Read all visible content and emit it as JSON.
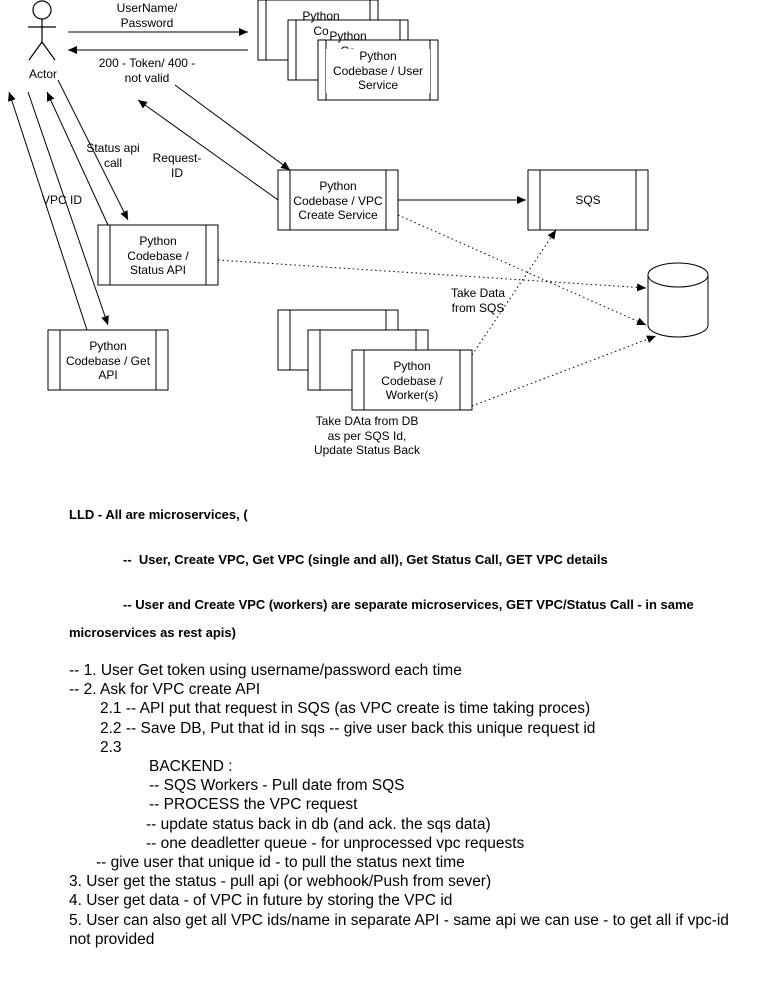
{
  "actor": {
    "label": "Actor"
  },
  "edges": {
    "login_request": "UserName/\nPassword",
    "login_response": "200 - Token/ 400 -\nnot valid",
    "status_call": "Status api\ncall",
    "request_id": "Request-\nID",
    "vpc_id": "VPC ID",
    "take_data_sqs": "Take Data\nfrom SQS",
    "take_data_db": "Take DAta from DB\nas per SQS Id,\nUpdate Status Back"
  },
  "boxes": {
    "user_back1": "Python\nCo",
    "user_back2": "Python\nCo",
    "user_service": "Python\nCodebase / User\nService",
    "vpc_create": "Python\nCodebase / VPC\nCreate Service",
    "sqs": "SQS",
    "status_api": "Python\nCodebase /\nStatus API",
    "get_api": "Python\nCodebase / Get\nAPI",
    "worker": "Python\nCodebase /\nWorker(s)"
  },
  "lld": {
    "title": "LLD - All are microservices, (",
    "line1": "--  User, Create VPC, Get VPC (single and all), Get Status Call, GET VPC details",
    "line2": "-- User and Create VPC (workers) are separate microservices, GET VPC/Status Call - in same",
    "line3": "microservices as rest apis)"
  },
  "notes": [
    {
      "text": "-- 1. User Get token using username/password each time",
      "indent": 0
    },
    {
      "text": "-- 2. Ask for VPC create API",
      "indent": 0
    },
    {
      "text": "2.1 -- API put that request in SQS (as VPC create is time taking proces)",
      "indent": 1
    },
    {
      "text": "2.2 -- Save DB, Put that id in sqs -- give user back this unique request id",
      "indent": 1
    },
    {
      "text": "2.3",
      "indent": 1
    },
    {
      "text": "BACKEND :",
      "indent": 2
    },
    {
      "text": "-- SQS Workers - Pull date from SQS",
      "indent": 2
    },
    {
      "text": "-- PROCESS the VPC request",
      "indent": 2
    },
    {
      "text": "-- update status back in db (and ack. the sqs data)",
      "indent": 3
    },
    {
      "text": "-- one deadletter queue - for unprocessed vpc requests",
      "indent": 3
    },
    {
      "text": "-- give user that unique id - to pull the status next time",
      "indent": 4
    },
    {
      "text": "3. User get the status - pull api (or webhook/Push from sever)",
      "indent": 0
    },
    {
      "text": "4. User get data - of VPC in future by storing the VPC id",
      "indent": 0
    },
    {
      "text": "5. User can also get all VPC ids/name in separate API - same api we can use - to get all if vpc-id",
      "indent": 0
    },
    {
      "text": "not provided",
      "indent": 0
    }
  ]
}
